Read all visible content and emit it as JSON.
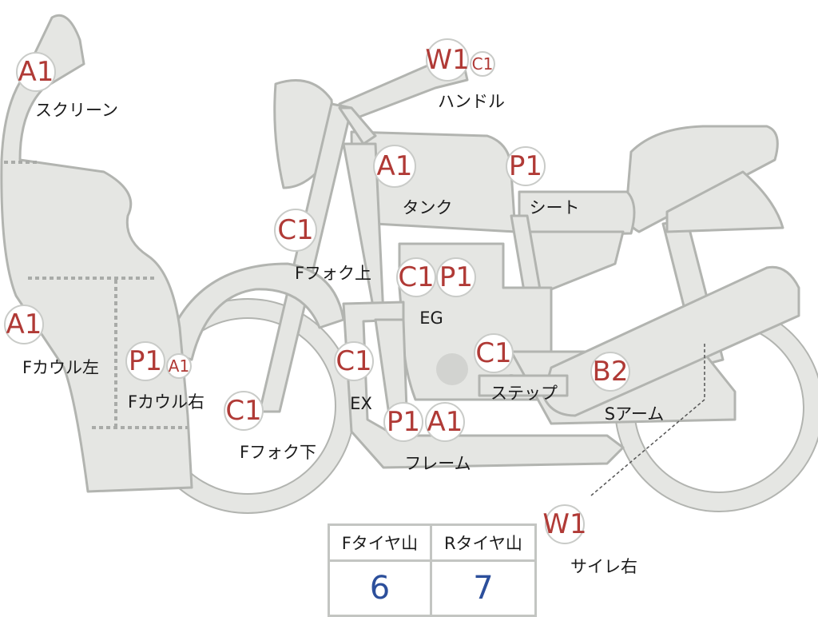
{
  "parts": [
    {
      "id": "screen",
      "grades": [
        "A1"
      ],
      "label": "スクリーン"
    },
    {
      "id": "handle",
      "grades": [
        "W1",
        "C1"
      ],
      "label": "ハンドル"
    },
    {
      "id": "tank",
      "grades": [
        "A1"
      ],
      "label": "タンク"
    },
    {
      "id": "seat",
      "grades": [
        "P1"
      ],
      "label": "シート"
    },
    {
      "id": "ffork-upper",
      "grades": [
        "C1"
      ],
      "label": "Fフォク上"
    },
    {
      "id": "engine",
      "grades": [
        "C1",
        "P1"
      ],
      "label": "EG"
    },
    {
      "id": "fcowl-left",
      "grades": [
        "A1"
      ],
      "label": "Fカウル左"
    },
    {
      "id": "fcowl-right",
      "grades": [
        "P1",
        "A1"
      ],
      "label": "Fカウル右"
    },
    {
      "id": "exhaust",
      "grades": [
        "C1"
      ],
      "label": "EX"
    },
    {
      "id": "step",
      "grades": [
        "C1"
      ],
      "label": "ステップ"
    },
    {
      "id": "swingarm",
      "grades": [
        "B2"
      ],
      "label": "Sアーム"
    },
    {
      "id": "ffork-lower",
      "grades": [
        "C1"
      ],
      "label": "Fフォク下"
    },
    {
      "id": "frame",
      "grades": [
        "P1",
        "A1"
      ],
      "label": "フレーム"
    },
    {
      "id": "silencer-right",
      "grades": [
        "W1"
      ],
      "label": "サイレ右"
    }
  ],
  "tire_table": {
    "headers": [
      "Fタイヤ山",
      "Rタイヤ山"
    ],
    "values": [
      "6",
      "7"
    ]
  },
  "colors": {
    "grade": "#b03a36",
    "tire_value": "#2c4f9b",
    "part_fill": "#e5e6e3"
  }
}
